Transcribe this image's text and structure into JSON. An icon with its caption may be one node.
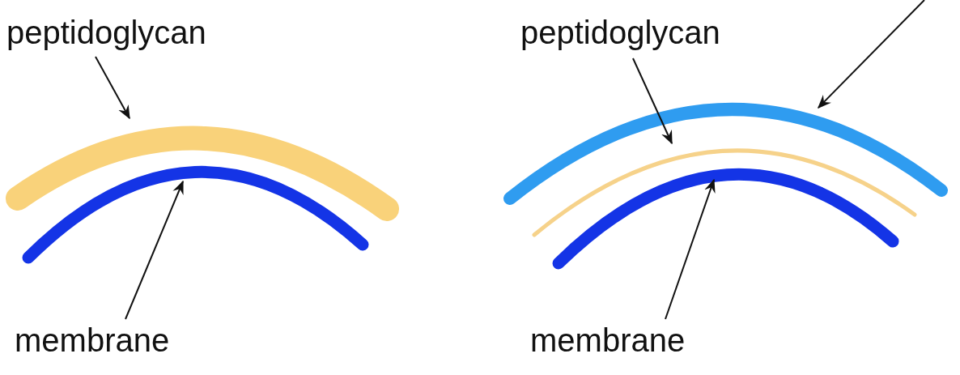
{
  "diagram": {
    "nodes": [
      {
        "text": [
          "peptidoglycan"
        ]
      },
      {
        "text": [],
        "shape": "arc"
      },
      {
        "text": [],
        "shape": "arc"
      },
      {
        "text": [
          "membrane"
        ]
      },
      {
        "text": [
          "peptidoglycan"
        ]
      },
      {
        "text": [],
        "shape": "arc"
      },
      {
        "text": [],
        "shape": "arc"
      },
      {
        "text": [],
        "shape": "arc"
      },
      {
        "text": [
          "membrane"
        ]
      }
    ],
    "edges": [
      {
        "from": 0,
        "to": 1,
        "arrow": "to"
      },
      {
        "from": 3,
        "to": 2,
        "arrow": "to"
      },
      {
        "from": null,
        "to": 5,
        "arrow": "to"
      },
      {
        "from": 4,
        "to": 6,
        "arrow": "to"
      },
      {
        "from": 8,
        "to": 7,
        "arrow": "to"
      }
    ]
  }
}
